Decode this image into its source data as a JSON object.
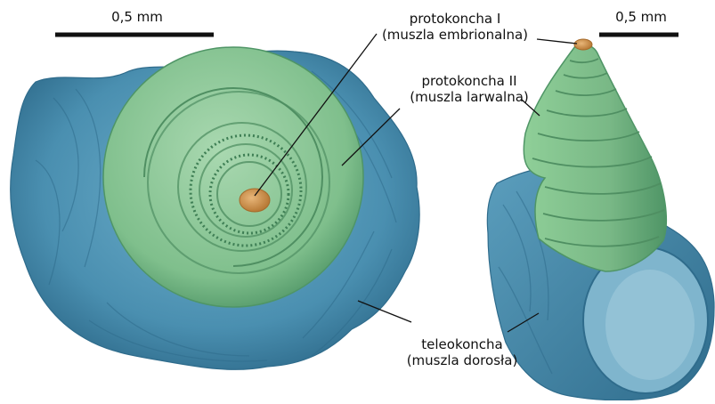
{
  "scale_bars": [
    {
      "label": "0,5 mm"
    },
    {
      "label": "0,5 mm"
    }
  ],
  "labels": {
    "protoconch1_line1": "protokoncha I",
    "protoconch1_line2": "(muszla embrionalna)",
    "protoconch2_line1": "protokoncha II",
    "protoconch2_line2": "(muszla larwalna)",
    "teleoconch_line1": "teleokoncha",
    "teleoconch_line2": "(muszla dorosła)"
  },
  "colors": {
    "teleoconch": "#4a8fb0",
    "teleoconch_dark": "#2f6c8c",
    "protoconch2": "#7fbf8c",
    "protoconch2_dark": "#4f9566",
    "protoconch1": "#d39a58",
    "leader_line": "#111111"
  }
}
